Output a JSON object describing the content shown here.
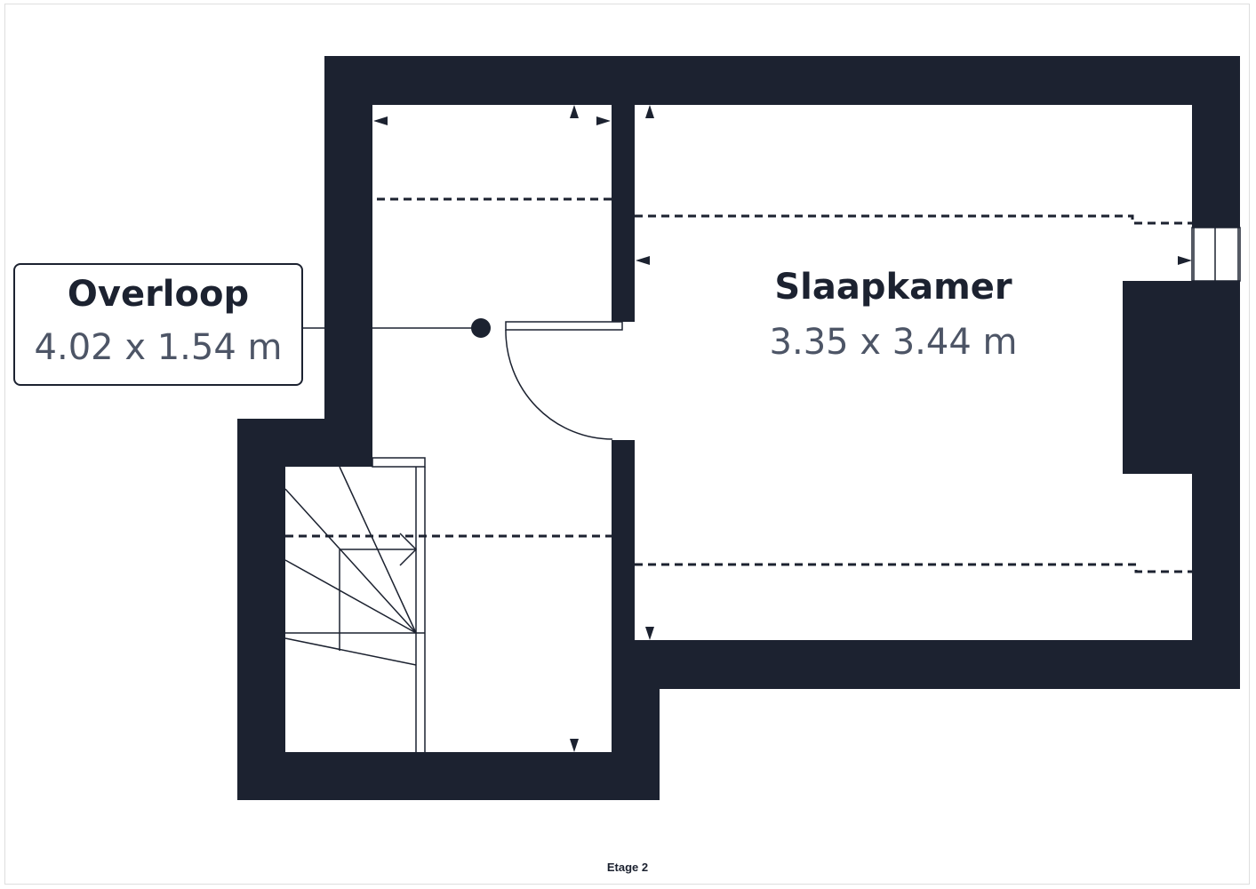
{
  "rooms": {
    "overloop": {
      "name": "Overloop",
      "dimensions": "4.02 x 1.54 m"
    },
    "slaapkamer": {
      "name": "Slaapkamer",
      "dimensions": "3.35 x 3.44 m"
    }
  },
  "floor_label": "Etage 2",
  "colors": {
    "wall": "#1c2230",
    "dims_text": "#4d5566",
    "background": "#ffffff"
  }
}
